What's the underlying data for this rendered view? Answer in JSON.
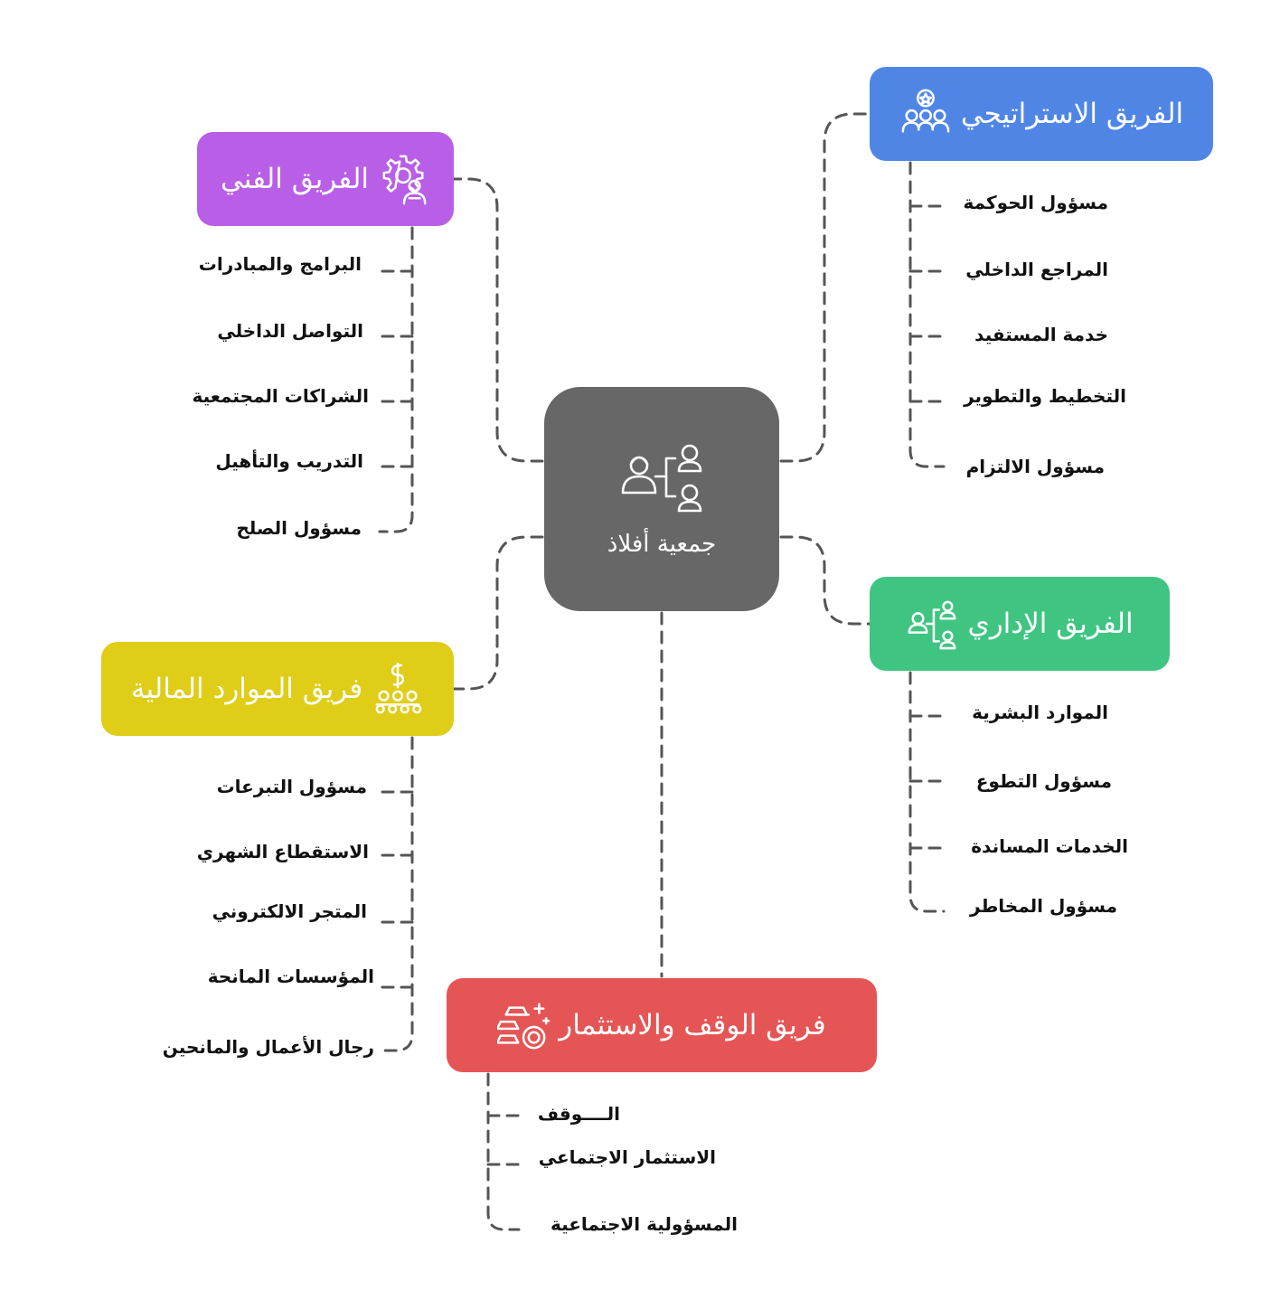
{
  "center": {
    "title": "جمعية أفلاذ",
    "color": "#676767",
    "icon": "hierarchy-people-icon"
  },
  "strategic": {
    "title": "الفريق الاستراتيجي",
    "color": "#4f86e6",
    "icon": "team-star-icon",
    "items": [
      "مسؤول الحوكمة",
      "المراجع الداخلي",
      "خدمة المستفيد",
      "التخطيط والتطوير",
      "مسؤول الالتزام"
    ]
  },
  "technical": {
    "title": "الفريق الفني",
    "color": "#b95ee6",
    "icon": "gear-person-icon",
    "items": [
      "البرامج والمبادرات",
      "التواصل الداخلي",
      "الشراكات المجتمعية",
      "التدريب والتأهيل",
      "مسؤول الصلح"
    ]
  },
  "admin": {
    "title": "الفريق الإداري",
    "color": "#3fc581",
    "icon": "org-people-icon",
    "items": [
      "الموارد البشرية",
      "مسؤول التطوع",
      "الخدمات المساندة",
      "مسؤول المخاطر"
    ]
  },
  "finance": {
    "title": "فريق الموارد المالية",
    "color": "#dfcd18",
    "icon": "money-team-icon",
    "items": [
      "مسؤول التبرعات",
      "الاستقطاع الشهري",
      "المتجر الالكتروني",
      "المؤسسات المانحة",
      "رجال الأعمال والمانحين"
    ]
  },
  "waqf": {
    "title": "فريق الوقف والاستثمار",
    "color": "#e55555",
    "icon": "gold-coins-icon",
    "items": [
      "الــــوقف",
      "الاستثمار الاجتماعي",
      "المسؤولية الاجتماعية"
    ]
  }
}
